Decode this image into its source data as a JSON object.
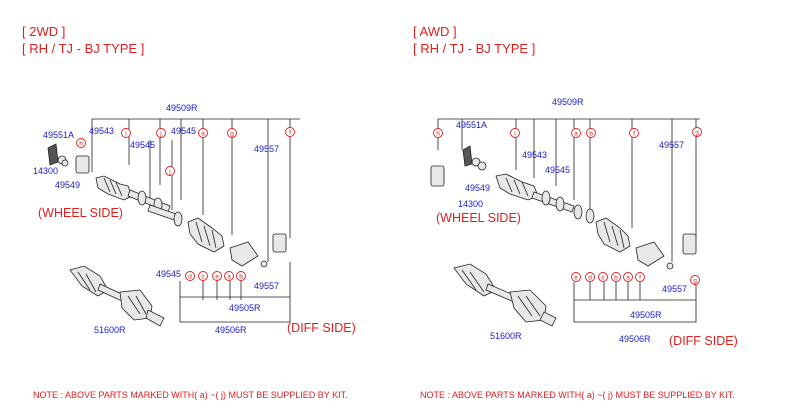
{
  "left": {
    "title1": "[ 2WD ]",
    "title2": "[ RH / TJ - BJ TYPE ]",
    "wheel_side": "(WHEEL SIDE)",
    "diff_side": "(DIFF SIDE)",
    "note": "NOTE :  ABOVE PARTS  MARKED WITH(  a) ~(  j)  MUST BE SUPPLIED BY KIT.",
    "parts": {
      "p49509R": "49509R",
      "p49551A": "49551A",
      "p49543": "49543",
      "p49545_top": "49545",
      "p49545_mid": "49545",
      "p49545_low": "49545",
      "p49557_top": "49557",
      "p49557_low": "49557",
      "p14300": "14300",
      "p49549": "49549",
      "p49505R": "49505R",
      "p49506R": "49506R",
      "p51600R": "51600R"
    },
    "letters": {
      "top": [
        "h",
        "i",
        "j",
        "a",
        "g",
        "f"
      ],
      "mid": [
        "j"
      ],
      "low": [
        "d",
        "c",
        "e",
        "a",
        "b"
      ]
    }
  },
  "right": {
    "title1": "[ AWD ]",
    "title2": "[ RH / TJ - BJ TYPE ]",
    "wheel_side": "(WHEEL SIDE)",
    "diff_side": "(DIFF SIDE)",
    "note": "NOTE :  ABOVE PARTS  MARKED WITH(  a) ~(  j)  MUST BE SUPPLIED BY KIT.",
    "parts": {
      "p49509R": "49509R",
      "p49551A": "49551A",
      "p49543": "49543",
      "p49545": "49545",
      "p49549": "49549",
      "p14300": "14300",
      "p49557_top": "49557",
      "p49557_low": "49557",
      "p49505R": "49505R",
      "p49506R": "49506R",
      "p51600R": "51600R"
    },
    "letters": {
      "top": [
        "h",
        "i",
        "a",
        "b",
        "f",
        "g"
      ],
      "low": [
        "e",
        "d",
        "c",
        "b",
        "a",
        "f",
        "g"
      ]
    }
  }
}
